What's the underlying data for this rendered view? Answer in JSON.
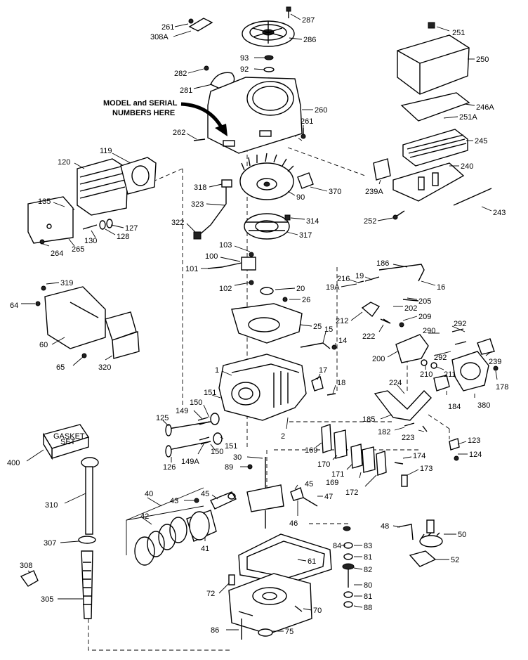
{
  "note": {
    "line1": "MODEL and SERIAL",
    "line2": "NUMBERS HERE"
  },
  "labels": {
    "l261a": "261",
    "l308a": "308A",
    "l287": "287",
    "l286": "286",
    "l251": "251",
    "l250": "250",
    "l93": "93",
    "l92": "92",
    "l282": "282",
    "l281": "281",
    "l260": "260",
    "l246a": "246A",
    "l251a": "251A",
    "l262": "262",
    "l261b": "261",
    "l245": "245",
    "l119": "119",
    "l120": "120",
    "l240": "240",
    "l318": "318",
    "l370": "370",
    "l239a": "239A",
    "l90": "90",
    "l135": "135",
    "l323": "323",
    "l314": "314",
    "l243": "243",
    "l127": "127",
    "l252": "252",
    "l322": "322",
    "l317": "317",
    "l128": "128",
    "l130": "130",
    "l264": "264",
    "l265": "265",
    "l103": "103",
    "l100": "100",
    "l186": "186",
    "l101": "101",
    "l19": "19",
    "l216": "216",
    "l102": "102",
    "l19a": "19A",
    "l16": "16",
    "l319": "319",
    "l20": "20",
    "l205": "205",
    "l64": "64",
    "l26": "26",
    "l202": "202",
    "l212": "212",
    "l209": "209",
    "l25": "25",
    "l292a": "292",
    "l15": "15",
    "l290": "290",
    "l222": "222",
    "l14": "14",
    "l60": "60",
    "l200": "200",
    "l292b": "292",
    "l239": "239",
    "l1": "1",
    "l17": "17",
    "l210": "210",
    "l211": "211",
    "l178": "178",
    "l65": "65",
    "l320": "320",
    "l18": "18",
    "l224": "224",
    "l184": "184",
    "l380": "380",
    "l151a": "151",
    "l149": "149",
    "l150a": "150",
    "l185": "185",
    "l125": "125",
    "l182": "182",
    "l223": "223",
    "l151b": "151",
    "l2": "2",
    "l150b": "150",
    "l123": "123",
    "l400": "400",
    "l149a": "149A",
    "l169a": "169",
    "l170": "170",
    "l124": "124",
    "l126": "126",
    "l30": "30",
    "l171": "171",
    "l174": "174",
    "l89": "89",
    "l173": "173",
    "l169b": "169",
    "l172": "172",
    "l40": "40",
    "l45a": "45",
    "l310": "310",
    "l43": "43",
    "l45b": "45",
    "l42": "42",
    "l47": "47",
    "l46": "46",
    "l48": "48",
    "l50": "50",
    "l41": "41",
    "l84": "84",
    "l83": "83",
    "l307": "307",
    "l81a": "81",
    "l52": "52",
    "l61": "61",
    "l308": "308",
    "l82": "82",
    "l80": "80",
    "l72": "72",
    "l81b": "81",
    "l305": "305",
    "l88": "88",
    "l70": "70",
    "l86": "86",
    "l75": "75"
  },
  "gasket_box": {
    "line1": "GASKET",
    "line2": "SET"
  }
}
